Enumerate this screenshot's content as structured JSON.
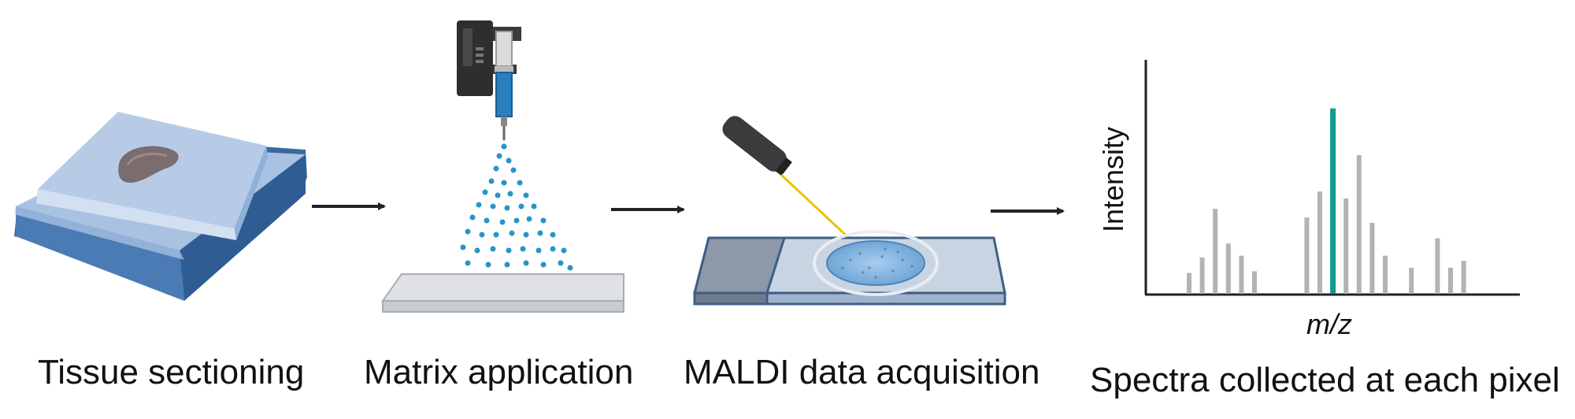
{
  "steps": [
    {
      "label": "Tissue sectioning"
    },
    {
      "label": "Matrix application"
    },
    {
      "label": "MALDI data acquisition"
    },
    {
      "label": "Spectra collected at each pixel"
    }
  ],
  "chart_data": {
    "type": "bar",
    "xlabel": "m/z",
    "ylabel": "Intensity",
    "ylim": [
      0,
      100
    ],
    "colors": {
      "bars": "#b3b3b3",
      "highlight": "#139a8c",
      "axis": "#222222"
    },
    "series": [
      {
        "values": [
          {
            "x": 1,
            "y": 12,
            "highlight": false
          },
          {
            "x": 2,
            "y": 21,
            "highlight": false
          },
          {
            "x": 3,
            "y": 49,
            "highlight": false
          },
          {
            "x": 4,
            "y": 29,
            "highlight": false
          },
          {
            "x": 5,
            "y": 22,
            "highlight": false
          },
          {
            "x": 6,
            "y": 13,
            "highlight": false
          },
          {
            "x": 10,
            "y": 44,
            "highlight": false
          },
          {
            "x": 11,
            "y": 59,
            "highlight": false
          },
          {
            "x": 12,
            "y": 107,
            "highlight": true
          },
          {
            "x": 13,
            "y": 55,
            "highlight": false
          },
          {
            "x": 14,
            "y": 80,
            "highlight": false
          },
          {
            "x": 15,
            "y": 41,
            "highlight": false
          },
          {
            "x": 16,
            "y": 22,
            "highlight": false
          },
          {
            "x": 18,
            "y": 15,
            "highlight": false
          },
          {
            "x": 20,
            "y": 32,
            "highlight": false
          },
          {
            "x": 21,
            "y": 15,
            "highlight": false
          },
          {
            "x": 22,
            "y": 19,
            "highlight": false
          }
        ]
      }
    ]
  },
  "colors": {
    "heater_top": "#b7cbe6",
    "heater_side": "#3f6ea5",
    "tissue": "#7b6c6e",
    "droplets": "#2a93c9",
    "slide": "#d8dbe0",
    "sample": "#7fb3dd",
    "laser": "#f0c000"
  }
}
